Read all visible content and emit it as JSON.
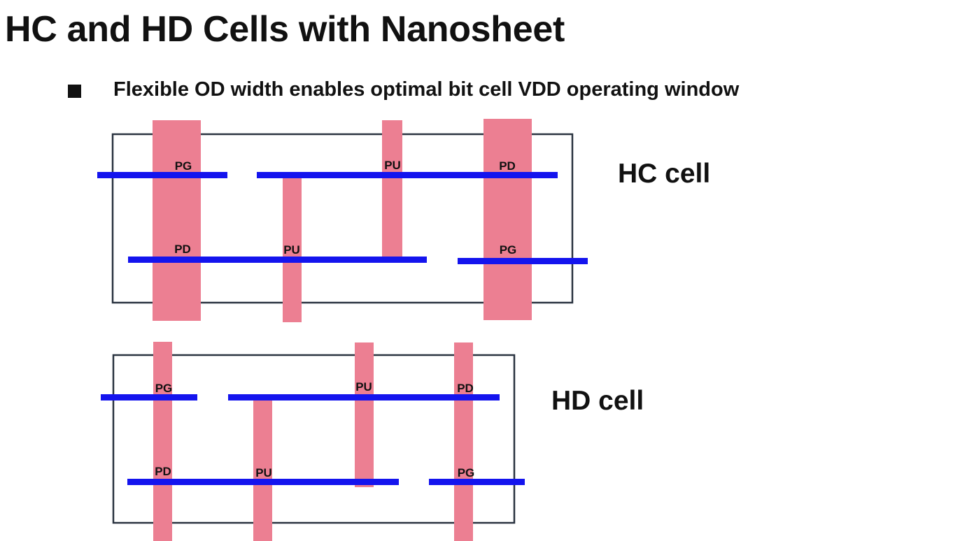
{
  "title": "HC and HD Cells with Nanosheet",
  "bullet": "Flexible OD width enables optimal bit cell VDD operating window",
  "colors": {
    "gate": "#1414ee",
    "od": "#ec7f92",
    "border": "#2a3340"
  },
  "hc": {
    "label": "HC cell",
    "top_labels": [
      "PG",
      "PU",
      "PD"
    ],
    "bottom_labels": [
      "PD",
      "PU",
      "PG"
    ]
  },
  "hd": {
    "label": "HD cell",
    "top_labels": [
      "PG",
      "PU",
      "PD"
    ],
    "bottom_labels": [
      "PD",
      "PU",
      "PG"
    ]
  }
}
